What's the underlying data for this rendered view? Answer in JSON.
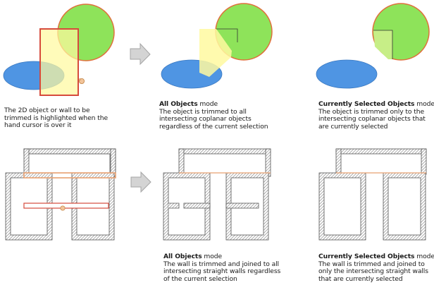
{
  "colors": {
    "green": "#8ee35a",
    "green_stroke": "#e0703c",
    "blue": "#4f95e3",
    "yellow": "#fff9a0",
    "yellow_border": "#d64b3c",
    "wall_hatch": "#8a8a8a",
    "wall_highlight": "#e8a070",
    "arrow": "#b9b9b9"
  },
  "captions": {
    "top_left": {
      "lines": [
        "The 2D object or wall to be",
        "trimmed is highlighted when the",
        "hand cursor is over it"
      ]
    },
    "top_middle": {
      "mode_name": "All Objects",
      "mode_suffix": " mode",
      "lines": [
        "The object is trimmed to all",
        "intersecting coplanar objects",
        "regardless of the current selection"
      ]
    },
    "top_right": {
      "mode_name": "Currently Selected Objects",
      "mode_suffix": " mode",
      "lines": [
        "The object is trimmed only to the",
        "intersecting coplanar objects that",
        "are currently selected"
      ]
    },
    "bottom_middle": {
      "mode_name": "All Objects",
      "mode_suffix": " mode",
      "lines": [
        "The wall is trimmed and joined to all",
        "intersecting straight walls regardless",
        "of the current selection"
      ]
    },
    "bottom_right": {
      "mode_name": "Currently Selected Objects",
      "mode_suffix": " mode",
      "lines": [
        "The wall is trimmed and joined to",
        "only the intersecting straight walls",
        "that are currently selected"
      ]
    }
  }
}
